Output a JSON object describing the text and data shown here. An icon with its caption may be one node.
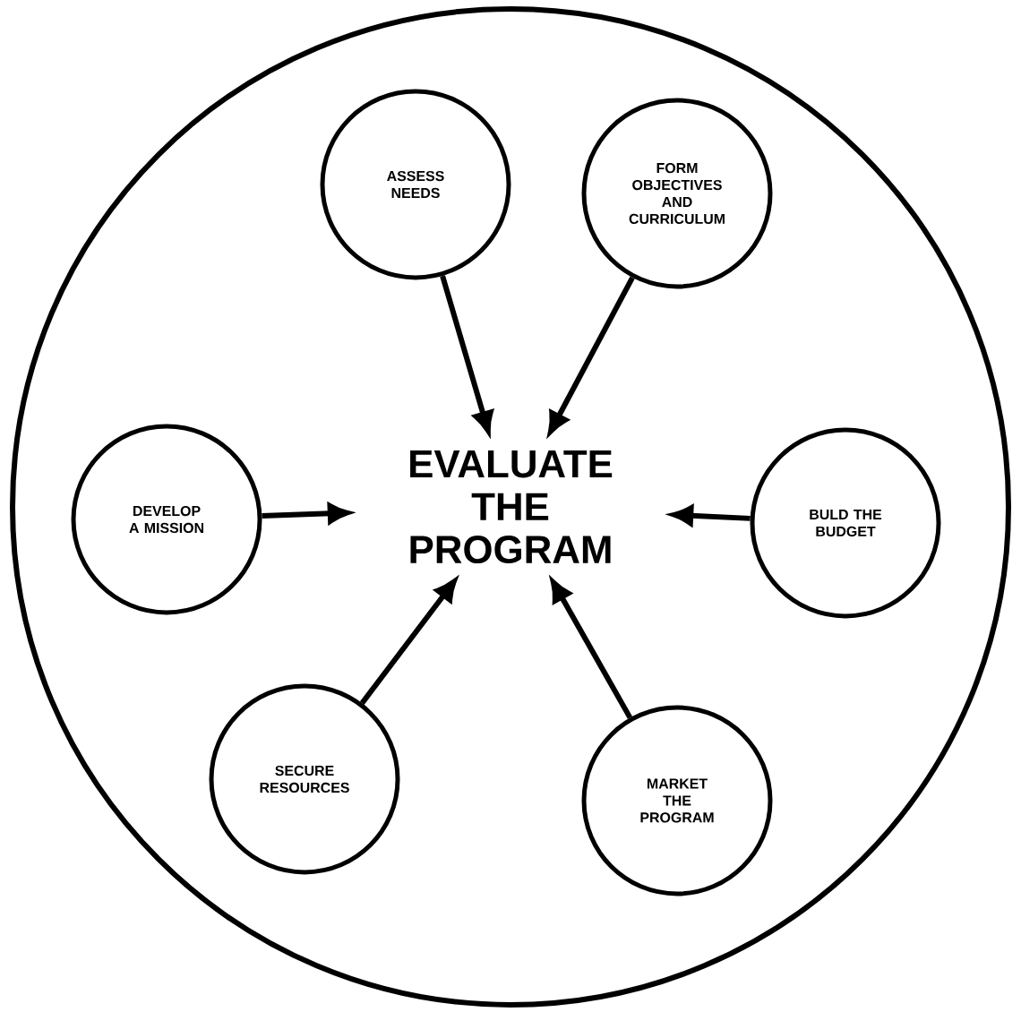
{
  "diagram": {
    "nodes": [
      {
        "text": [
          "ASSESS NEEDS"
        ]
      },
      {
        "text": [
          "FORM OBJECTIVES AND CURRICULUM"
        ]
      },
      {
        "text": [
          "DEVELOP A MISSION"
        ]
      },
      {
        "text": [
          "EVALUATE THE PROGRAM"
        ]
      },
      {
        "text": [
          "BULD THE BUDGET"
        ]
      },
      {
        "text": [
          "SECURE RESOURCES"
        ]
      },
      {
        "text": [
          "MARKET THE PROGRAM"
        ]
      }
    ],
    "edges": [
      {
        "from": 0,
        "to": 3,
        "arrow": "to"
      },
      {
        "from": 1,
        "to": 3,
        "arrow": "to"
      },
      {
        "from": 2,
        "to": 3,
        "arrow": "to"
      },
      {
        "from": 4,
        "to": 3,
        "arrow": "to"
      },
      {
        "from": 5,
        "to": 3,
        "arrow": "to"
      },
      {
        "from": 6,
        "to": 3,
        "arrow": "to"
      }
    ]
  }
}
